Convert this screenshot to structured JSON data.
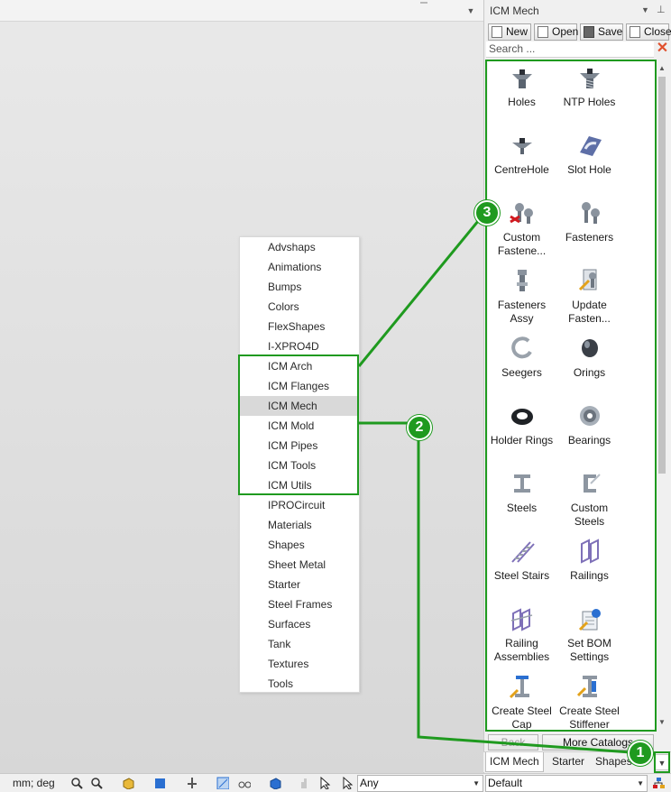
{
  "workspace": {},
  "catalog_menu": {
    "items": [
      {
        "label": "Advshaps"
      },
      {
        "label": "Animations"
      },
      {
        "label": "Bumps"
      },
      {
        "label": "Colors"
      },
      {
        "label": "FlexShapes"
      },
      {
        "label": "I-XPRO4D"
      },
      {
        "label": "ICM Arch"
      },
      {
        "label": "ICM Flanges"
      },
      {
        "label": "ICM Mech",
        "selected": true
      },
      {
        "label": "ICM Mold"
      },
      {
        "label": "ICM Pipes"
      },
      {
        "label": "ICM Tools"
      },
      {
        "label": "ICM Utils"
      },
      {
        "label": "IPROCircuit"
      },
      {
        "label": "Materials"
      },
      {
        "label": "Shapes"
      },
      {
        "label": "Sheet Metal"
      },
      {
        "label": "Starter"
      },
      {
        "label": "Steel Frames"
      },
      {
        "label": "Surfaces"
      },
      {
        "label": "Tank"
      },
      {
        "label": "Textures"
      },
      {
        "label": "Tools"
      }
    ]
  },
  "panel": {
    "title": "ICM Mech",
    "toolbar": {
      "new_label": "New",
      "open_label": "Open",
      "save_label": "Save",
      "close_label": "Close"
    },
    "search": {
      "placeholder": "Search ..."
    },
    "tiles": [
      {
        "label": "Holes",
        "icon": "hole-icon"
      },
      {
        "label": "NTP Holes",
        "icon": "ntp-hole-icon"
      },
      {
        "label": "CentreHole",
        "icon": "centre-hole-icon"
      },
      {
        "label": "Slot Hole",
        "icon": "slot-hole-icon"
      },
      {
        "label": "Custom Fastene...",
        "icon": "custom-fasteners-icon"
      },
      {
        "label": "Fasteners",
        "icon": "fasteners-icon"
      },
      {
        "label": "Fasteners Assy",
        "icon": "fasteners-assy-icon"
      },
      {
        "label": "Update Fasten...",
        "icon": "update-fasteners-icon"
      },
      {
        "label": "Seegers",
        "icon": "seeger-ring-icon"
      },
      {
        "label": "Orings",
        "icon": "oring-icon"
      },
      {
        "label": "Holder Rings",
        "icon": "holder-ring-icon"
      },
      {
        "label": "Bearings",
        "icon": "bearing-icon"
      },
      {
        "label": "Steels",
        "icon": "steel-beam-icon"
      },
      {
        "label": "Custom Steels",
        "icon": "custom-steel-icon"
      },
      {
        "label": "Steel Stairs",
        "icon": "steel-stairs-icon"
      },
      {
        "label": "Railings",
        "icon": "railing-icon"
      },
      {
        "label": "Railing Assemblies",
        "icon": "railing-assembly-icon"
      },
      {
        "label": "Set BOM Settings",
        "icon": "bom-settings-icon"
      },
      {
        "label": "Create Steel Cap",
        "icon": "steel-cap-icon"
      },
      {
        "label": "Create Steel Stiffener",
        "icon": "steel-stiffener-icon"
      }
    ],
    "back_label": "Back",
    "more_catalogs_label": "More Catalogs",
    "tabs": [
      {
        "label": "ICM Mech",
        "active": true
      },
      {
        "label": "Starter"
      },
      {
        "label": "Shapes"
      }
    ]
  },
  "statusbar": {
    "units": "mm; deg",
    "filter_value": "Any",
    "style_value": "Default"
  },
  "callouts": [
    {
      "number": "1"
    },
    {
      "number": "2"
    },
    {
      "number": "3"
    }
  ],
  "colors": {
    "annotation_green": "#1f9a1f",
    "selection_gray": "#d9d9d9",
    "accent_blue": "#2a6fd1"
  }
}
